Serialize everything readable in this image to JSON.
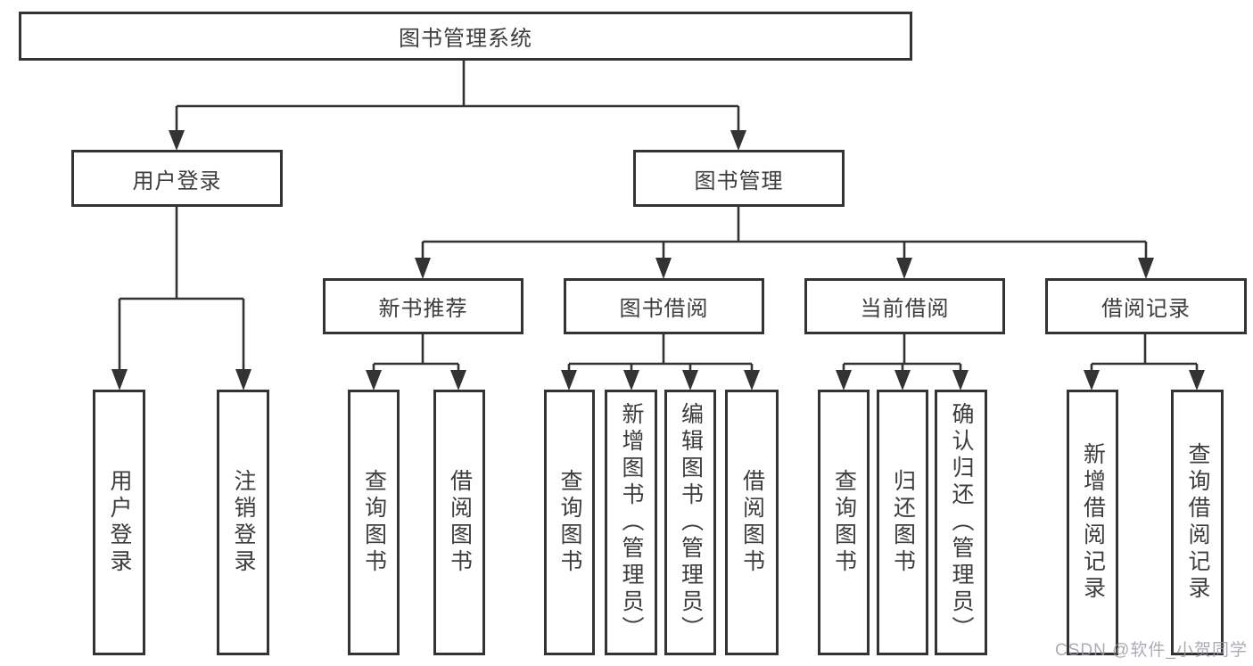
{
  "diagram": {
    "root": {
      "label": "图书管理系统"
    },
    "branches": {
      "user_login": {
        "label": "用户登录",
        "children": [
          {
            "label": "用户登录"
          },
          {
            "label": "注销登录"
          }
        ]
      },
      "book_management": {
        "label": "图书管理",
        "children": [
          {
            "label": "新书推荐",
            "children": [
              {
                "label": "查询图书"
              },
              {
                "label": "借阅图书"
              }
            ]
          },
          {
            "label": "图书借阅",
            "children": [
              {
                "label": "查询图书"
              },
              {
                "label": "新增图书（管理员）"
              },
              {
                "label": "编辑图书（管理员）"
              },
              {
                "label": "借阅图书"
              }
            ]
          },
          {
            "label": "当前借阅",
            "children": [
              {
                "label": "查询图书"
              },
              {
                "label": "归还图书"
              },
              {
                "label": "确认归还（管理员）"
              }
            ]
          },
          {
            "label": "借阅记录",
            "children": [
              {
                "label": "新增借阅记录"
              },
              {
                "label": "查询借阅记录"
              }
            ]
          }
        ]
      }
    },
    "colors": {
      "line": "#333333",
      "text": "#3d3d3d",
      "box_background": "#ffffff"
    }
  },
  "watermark": {
    "text": "CSDN @软件_小贺同学"
  }
}
